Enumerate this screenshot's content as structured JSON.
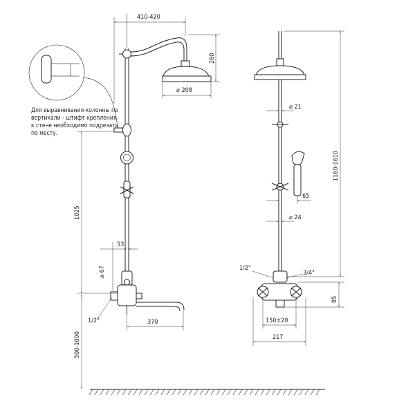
{
  "title": "Shower column technical drawing",
  "note_lines": [
    "Для выравнивания колонны по",
    "вертикали - штифт крепления",
    "к стене необходимо подрезать",
    "по месту."
  ],
  "dimensions": {
    "arm_reach": "410-420",
    "head_drop": "260",
    "head_diameter": "⌀ 208",
    "pipe_upper_diameter": "⌀ 21",
    "column_height": "1160-1610",
    "handshower_offset": "65",
    "pipe_lower_diameter": "⌀ 24",
    "bracket_height": "1025",
    "wall_offset": "53",
    "flange_diameter": "⌀ 67",
    "inlet_left": "1/2\"",
    "inlet_right_a": "1/2\"",
    "outlet": "3/4\"",
    "spout_length": "370",
    "mount_height": "500-1000",
    "mixer_height": "85",
    "centers": "150±20",
    "mixer_width": "217"
  }
}
